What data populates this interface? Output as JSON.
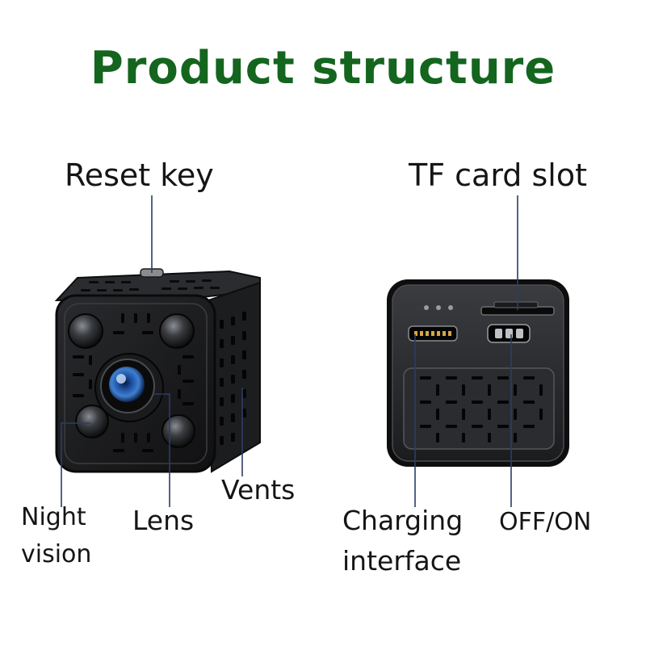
{
  "title": "Product structure",
  "colors": {
    "title": "#14651e",
    "leader": "#2a3e66",
    "body": "#151515",
    "accent": "#1e4fa0"
  },
  "labels": {
    "reset_key": "Reset key",
    "tf_card_slot": "TF card slot",
    "vents": "Vents",
    "night_vision_line1": "Night",
    "night_vision_line2": "vision",
    "lens": "Lens",
    "charging_line1": "Charging",
    "charging_line2": "interface",
    "off_on": "OFF/ON"
  }
}
